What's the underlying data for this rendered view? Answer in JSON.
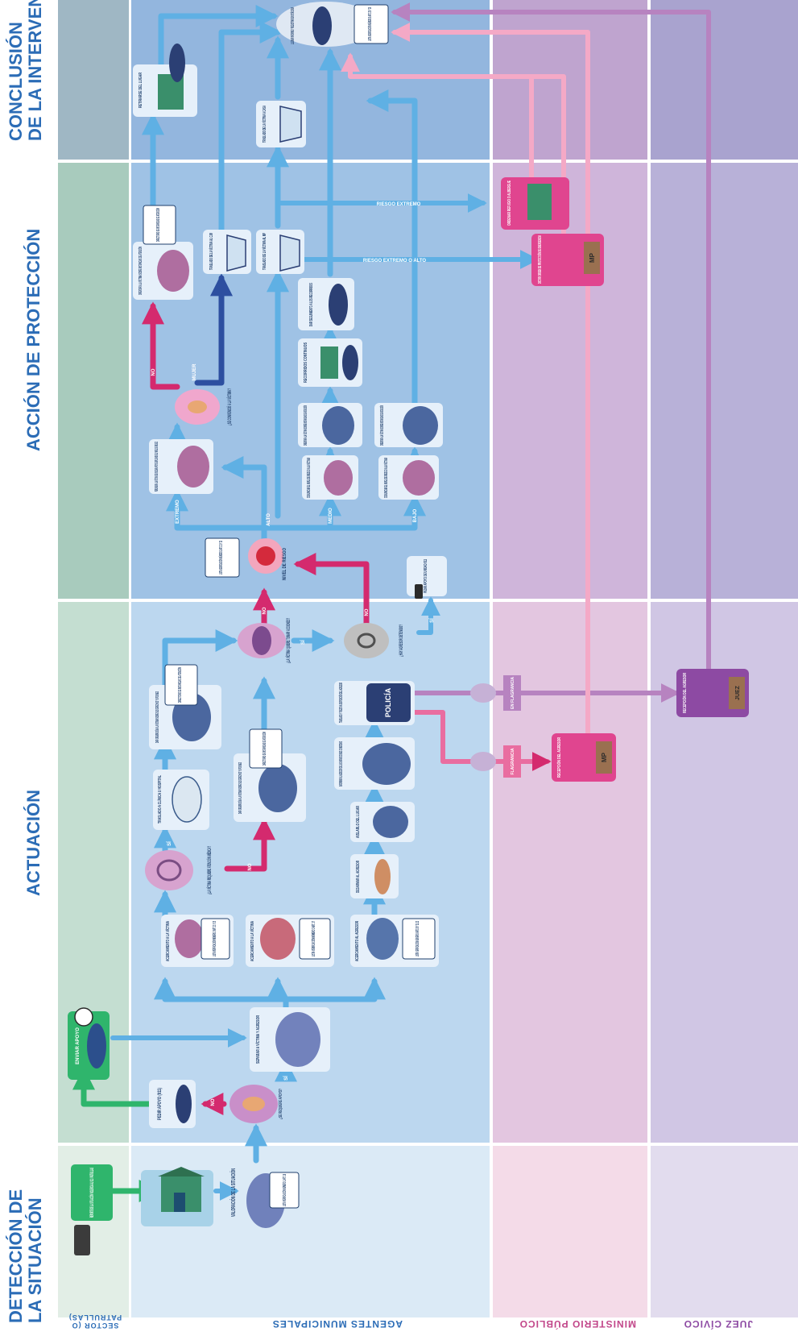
{
  "phases": {
    "deteccion": [
      "DETECCIÓN DE",
      "LA SITUACIÓN"
    ],
    "actuacion": [
      "ACTUACIÓN"
    ],
    "accion": [
      "ACCIÓN DE PROTECCIÓN"
    ],
    "conclusion": [
      "CONCLUSIÓN",
      "DE LA INTERVENCIÓN"
    ]
  },
  "lanes": {
    "sector": "SECTOR (O PATRULLAS)",
    "agentes": "AGENTES MUNICIPALES",
    "ministerio": "MINISTERIO PÚBLICO",
    "juez": "JUEZ CÍVICO"
  },
  "nodes": {
    "reporte": "REPORTE DE LA SITUACIÓN VIOLENCIA AL 911 / PATRULLAS",
    "valoracion": "VALORACIÓN DE LA SITUACIÓN",
    "lista1": "LISTA VERIFICACIÓN NÚMERO 1 ART. 18",
    "hay_riesgo": "¿SE REQUIERE APOYO?",
    "pedir_apoyo": "PEDIR APOYO (911)",
    "enviar_apoyo": "ENVIAR APOYO",
    "separar": "SEPARAR A VÍCTIMA Y AGRESOR",
    "acercamiento1": "ACERCAMIENTO A LA VÍCTIMA",
    "lista2": "LISTA VERIFICACIÓN NÚMERO 2 ART. 21 Y 25",
    "acercamiento2": "ACERCAMIENTO A LA VÍCTIMA",
    "lista3": "LISTA VERIFICACIÓN NÚMERO 3 ART. 17",
    "acercamiento_agresor": "ACERCAMIENTO AL AGRESOR",
    "lista8": "LISTA VERIFICACIÓN NÚMERO 8 ART. 20 Y 21, 22",
    "req_medica": "¿LA VÍCTIMA REQUIERE ATENCIÓN MÉDICA?",
    "desarmar": "DESARMAR AL AGRESOR",
    "aislarlo": "AISLARLO DEL LUGAR",
    "traslado_hospital": "TRASLADO A CLÍNICA U HOSPITAL",
    "orientacion1": "DAR ORIENTACIÓN A LA VÍCTIMA SOBRE SUS DERECHOS Y OPCIONES",
    "directorio1": "DIRECTORIO DE INSTANCIAS DE ATENCIÓN",
    "orientacion2": "DAR ORIENTACIÓN A LA VÍCTIMA SOBRE SUS DERECHOS Y OPCIONES",
    "directorio2": "DIRECTORIO DE INSTANCIAS DE ATENCIÓN",
    "informar_agresor": "INFORMAR AL AGRESOR DE LAS INFRACCIONES COMETIDAS",
    "traslado_agresor": "TRASLADO Y PUESTA A DISPOSICIÓN DEL AGRESOR",
    "quiere_acciones": "¿LA VÍCTIMA QUIERE TOMAR ACCIONES?",
    "agresor_detenido": "¿HAY AGRESOR DETENIDO?",
    "flagrancia1": "EN FLAGRANCIA",
    "flagrancia2": "FLAGRANCIA",
    "recepcion_mp": "RECEPCIÓN DEL AGRESOR",
    "recepcion_juez": "RECEPCIÓN DEL AGRESOR",
    "nivel_riesgo": "NIVEL DE RIESGO",
    "lista_nr": "LISTA VERIFICACIÓN NÚMERO 2 ART. 21 Y 25",
    "pedir_apoyo_911": "PEDIR APOYO DE UNIDAD 911",
    "extremo": "EXTREMO",
    "alto": "ALTO",
    "medio": "MEDIO",
    "bajo": "BAJO",
    "persuadir": "PERSUADIR A LA VÍCTIMA DE BUSCAR APOYO EXPLICANDO EL NIVEL DE RIESGO",
    "se_convencio": "¿SE CONVENCIÓ A LA VÍCTIMA?",
    "comunicar_medio": "COMUNICAR EL NIVEL DE RIESGO A LA VÍCTIMA",
    "orientar_medio": "ORIENTAR A LA VÍCTIMA SOBRE INSTANCIAS DE ATENCIÓN",
    "rondines": "RECORRIDOS CONTINUOS",
    "seguimiento": "DAR SEGUIMIENTO A LOS RECORRIDOS",
    "comunicar_bajo": "COMUNICAR EL NIVEL DE RIESGO A LA VÍCTIMA",
    "orientar_bajo": "ORIENTAR A LA VÍCTIMA SOBRE INSTANCIAS DE ATENCIÓN",
    "orientar_neg": "ORIENTAR A LA VÍCTIMA SOBRE INSTANCIAS DE ATENCIÓN",
    "directorio3": "DIRECTORIO DE INSTANCIAS DE ATENCIÓN",
    "traslado_cjm": "TRASLADO DE LA VÍCTIMA AL CJM",
    "traslado_mp": "TRASLADO DE LA VÍCTIMA AL MP",
    "traslado_casa": "TRASLADO DE LA VÍCTIMA A CASA",
    "riesgo_extremo": "RIESGO EXTREMO",
    "riesgo_extremo_alto": "RIESGO EXTREMO O ALTO",
    "orden_proteccion": "DICTAR ORDEN DE PROTECCIÓN DE EMERGENCIA",
    "ordenar_refugio": "ORDENAR REFUGIO O ALBERGUE",
    "retirarse": "RETIRARSE DEL LUGAR",
    "informe": "LLENAR INFORME Y REGISTRAR EN BITÁCORA",
    "lista9": "LISTA VERIFICACIÓN NÚMERO 9 ART. 25 Y 26",
    "si": "SÍ",
    "no": "NO",
    "mujer": "MUJER",
    "mp": "MP",
    "juez": "JUEZ",
    "policia": "POLICÍA"
  },
  "colors": {
    "blue_arrow": "#5fb0e4",
    "magenta_arrow": "#d42a6e",
    "navy_arrow": "#2d4fa0",
    "pink_arrow": "#f4a9c6",
    "lilac_arrow": "#b783c0",
    "green_box": "#2fb56c",
    "pink_box": "#e0458f",
    "purple_box": "#8d4aa3",
    "title_blue": "#2b6cb6"
  }
}
